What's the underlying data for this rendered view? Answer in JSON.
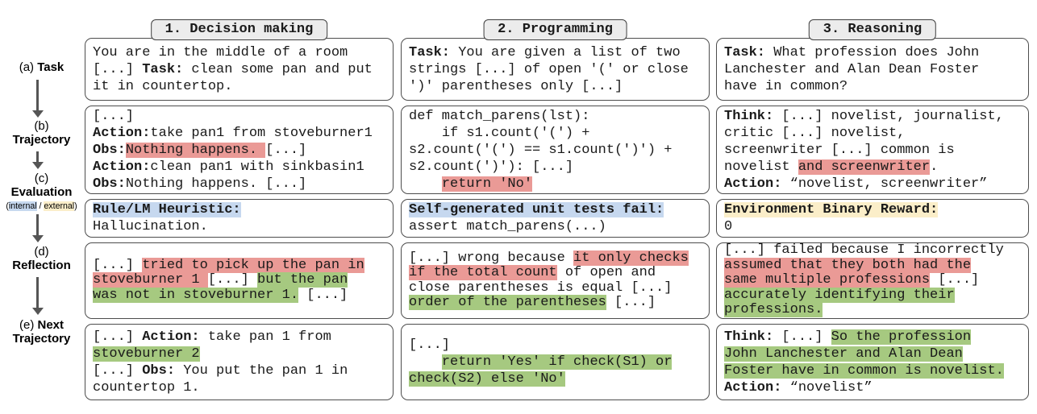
{
  "colors": {
    "hl-red": "#ea9a96",
    "hl-green": "#a6c980",
    "hl-blue": "#c6d8ef",
    "hl-yellow": "#fbeec9",
    "box-border": "#4d4d4d",
    "tab-border": "#3f3f3f",
    "tab-bg": "#ececec",
    "arrow": "#555555"
  },
  "rail": {
    "labels": {
      "a": [
        {
          "t": "(a) "
        },
        {
          "t": "Task",
          "b": true
        }
      ],
      "b": [
        {
          "t": "(b)\n"
        },
        {
          "t": "Trajectory",
          "b": true
        }
      ],
      "c": [
        {
          "t": "(c)\n"
        },
        {
          "t": "Evaluation",
          "b": true
        },
        {
          "t": "\n"
        },
        {
          "t": "(",
          "sm": true
        },
        {
          "t": "internal",
          "sm": true,
          "hl": "blue"
        },
        {
          "t": " / ",
          "sm": true
        },
        {
          "t": "external",
          "sm": true,
          "hl": "yellow"
        },
        {
          "t": ")",
          "sm": true
        }
      ],
      "d": [
        {
          "t": "(d)\n"
        },
        {
          "t": "Reflection",
          "b": true
        }
      ],
      "e": [
        {
          "t": "(e) "
        },
        {
          "t": "Next",
          "b": true
        },
        {
          "t": "\n"
        },
        {
          "t": "Trajectory",
          "b": true
        }
      ]
    }
  },
  "columns": [
    {
      "tab": "1. Decision making",
      "task": [
        {
          "t": "You are in the middle of a room\n[...] "
        },
        {
          "t": "Task:",
          "b": true
        },
        {
          "t": " clean some pan and put\nit in countertop."
        }
      ],
      "trajectory": [
        {
          "t": "[...]\n"
        },
        {
          "t": "Action:",
          "b": true
        },
        {
          "t": "take pan1 from stoveburner1\n"
        },
        {
          "t": "Obs:",
          "b": true
        },
        {
          "t": "Nothing happens. ",
          "hl": "red"
        },
        {
          "t": "[...]\n"
        },
        {
          "t": "Action:",
          "b": true
        },
        {
          "t": "clean pan1 with sinkbasin1\n"
        },
        {
          "t": "Obs:",
          "b": true
        },
        {
          "t": "Nothing happens. [...]"
        }
      ],
      "evaluation": [
        {
          "t": "Rule/LM Heuristic:",
          "b": true,
          "hl": "blue"
        },
        {
          "t": "\nHallucination."
        }
      ],
      "reflection": [
        {
          "t": "[...] "
        },
        {
          "t": "tried to pick up the pan in\nstoveburner 1 ",
          "hl": "red"
        },
        {
          "t": "[...] "
        },
        {
          "t": "but the pan\nwas not in stoveburner 1.",
          "hl": "green"
        },
        {
          "t": " [...]"
        }
      ],
      "next_trajectory": [
        {
          "t": "[...] "
        },
        {
          "t": "Action:",
          "b": true
        },
        {
          "t": " take pan 1 from\n"
        },
        {
          "t": "stoveburner 2",
          "hl": "green"
        },
        {
          "t": "\n[...] "
        },
        {
          "t": "Obs:",
          "b": true
        },
        {
          "t": " You put the pan 1 in\ncountertop 1."
        }
      ]
    },
    {
      "tab": "2. Programming",
      "task": [
        {
          "t": "Task:",
          "b": true
        },
        {
          "t": " You are given a list of two\nstrings [...] of open '(' or close\n')' parentheses only [...]"
        }
      ],
      "trajectory": [
        {
          "t": "def match_parens(lst):\n    if s1.count('(') +\ns2.count('(') == s1.count(')') +\ns2.count(')'): [...]\n    "
        },
        {
          "t": "return 'No'",
          "hl": "red"
        }
      ],
      "evaluation": [
        {
          "t": "Self-generated unit tests fail:",
          "b": true,
          "hl": "blue"
        },
        {
          "t": "\nassert match_parens(...)"
        }
      ],
      "reflection": [
        {
          "t": "[...] wrong because "
        },
        {
          "t": "it only checks\nif the total count",
          "hl": "red"
        },
        {
          "t": " of open and\nclose parentheses is equal [...]\n"
        },
        {
          "t": "order of the parentheses",
          "hl": "green"
        },
        {
          "t": " [...]"
        }
      ],
      "next_trajectory": [
        {
          "t": "[...]\n    "
        },
        {
          "t": "return 'Yes' if check(S1) or\ncheck(S2) else 'No'",
          "hl": "green"
        }
      ]
    },
    {
      "tab": "3. Reasoning",
      "task": [
        {
          "t": "Task:",
          "b": true
        },
        {
          "t": " What profession does John\nLanchester and Alan Dean Foster\nhave in common?"
        }
      ],
      "trajectory": [
        {
          "t": "Think:",
          "b": true
        },
        {
          "t": " [...] novelist, journalist,\ncritic [...] novelist,\nscreenwriter [...] common is\nnovelist "
        },
        {
          "t": "and screenwriter",
          "hl": "red"
        },
        {
          "t": ".\n"
        },
        {
          "t": "Action:",
          "b": true
        },
        {
          "t": " “novelist, screenwriter”"
        }
      ],
      "evaluation": [
        {
          "t": "Environment Binary Reward:",
          "b": true,
          "hl": "yellow"
        },
        {
          "t": "\n0"
        }
      ],
      "reflection": [
        {
          "t": "[...] failed because I incorrectly\n"
        },
        {
          "t": "assumed that they both had the\nsame multiple professions",
          "hl": "red"
        },
        {
          "t": " [...]\n"
        },
        {
          "t": "accurately identifying their\nprofessions.",
          "hl": "green"
        }
      ],
      "next_trajectory": [
        {
          "t": "Think:",
          "b": true
        },
        {
          "t": " [...] "
        },
        {
          "t": "So the profession\nJohn Lanchester and Alan Dean\nFoster have in common is novelist.",
          "hl": "green"
        },
        {
          "t": "\n"
        },
        {
          "t": "Action:",
          "b": true
        },
        {
          "t": " “novelist”"
        }
      ]
    }
  ]
}
